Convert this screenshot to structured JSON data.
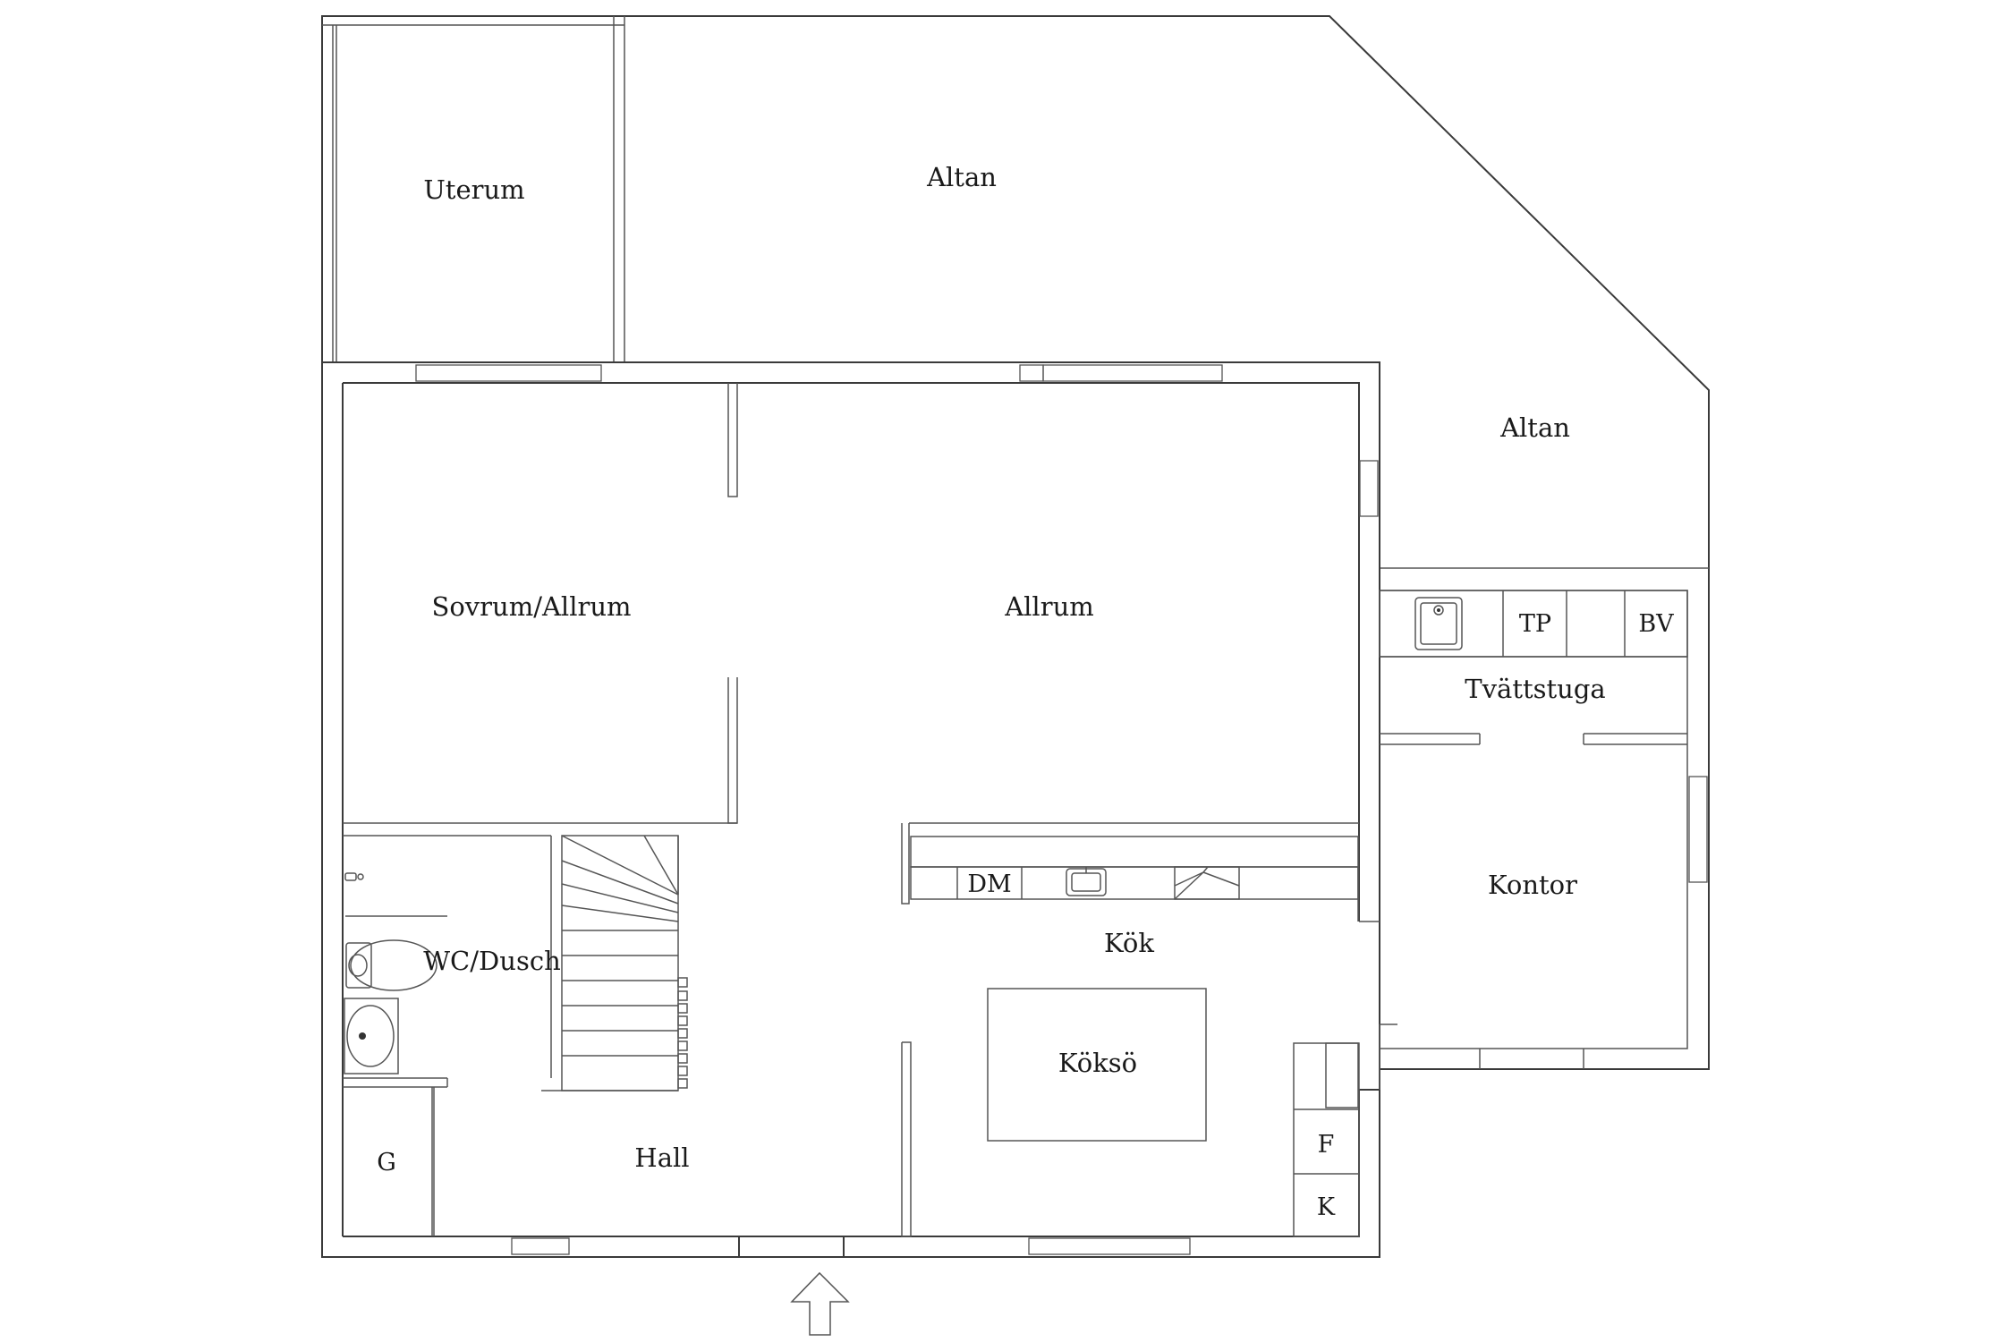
{
  "rooms": {
    "uterum": "Uterum",
    "altan_top": "Altan",
    "altan_right": "Altan",
    "sovrum_allrum": "Sovrum/Allrum",
    "allrum": "Allrum",
    "tvattstuga": "Tvättstuga",
    "kontor": "Kontor",
    "kok": "Kök",
    "koksu": "Köksö",
    "wc_dusch": "WC/Dusch",
    "hall": "Hall"
  },
  "fixtures": {
    "tp": "TP",
    "bv": "BV",
    "dm": "DM",
    "f": "F",
    "k": "K",
    "g": "G"
  },
  "icons": {
    "entrance": "entrance-arrow-icon",
    "washbasin": "sink-icon",
    "toilet": "toilet-icon",
    "shower": "shower-icon",
    "stairs": "stairs-icon"
  }
}
